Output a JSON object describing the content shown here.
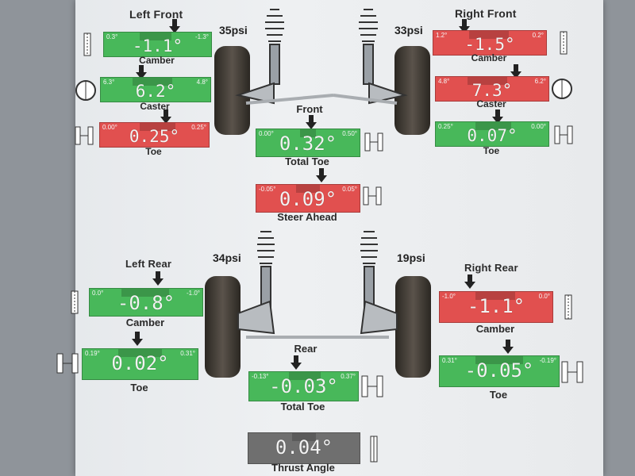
{
  "colors": {
    "in_spec": "#48b85a",
    "out_of_spec": "#e1504f",
    "neutral": "#6f6f6f"
  },
  "front": {
    "left_heading": "Left Front",
    "right_heading": "Right Front",
    "left_psi": "35psi",
    "right_psi": "33psi",
    "section_label": "Front",
    "left_camber": {
      "min": "0.3°",
      "max": "-1.3°",
      "value": "-1.1°",
      "label": "Camber",
      "status": "in"
    },
    "left_caster": {
      "min": "6.3°",
      "max": "4.8°",
      "value": "6.2°",
      "label": "Caster",
      "status": "in"
    },
    "left_toe": {
      "min": "0.00°",
      "max": "0.25°",
      "value": "0.25°",
      "label": "Toe",
      "status": "out"
    },
    "right_camber": {
      "min": "1.2°",
      "max": "0.2°",
      "value": "-1.5°",
      "label": "Camber",
      "status": "out"
    },
    "right_caster": {
      "min": "4.8°",
      "max": "6.2°",
      "value": "7.3°",
      "label": "Caster",
      "status": "out"
    },
    "right_toe": {
      "min": "0.25°",
      "max": "0.00°",
      "value": "0.07°",
      "label": "Toe",
      "status": "in"
    },
    "total_toe": {
      "min": "0.00°",
      "max": "0.50°",
      "value": "0.32°",
      "label": "Total Toe",
      "status": "in"
    },
    "steer_ahead": {
      "min": "-0.05°",
      "max": "0.05°",
      "value": "0.09°",
      "label": "Steer Ahead",
      "status": "out"
    }
  },
  "rear": {
    "left_heading": "Left Rear",
    "right_heading": "Right Rear",
    "left_psi": "34psi",
    "right_psi": "19psi",
    "section_label": "Rear",
    "left_camber": {
      "min": "0.0°",
      "max": "-1.0°",
      "value": "-0.8°",
      "label": "Camber",
      "status": "in"
    },
    "left_toe": {
      "min": "0.19°",
      "max": "0.31°",
      "value": "0.02°",
      "label": "Toe",
      "status": "in"
    },
    "right_camber": {
      "min": "-1.0°",
      "max": "0.0°",
      "value": "-1.1°",
      "label": "Camber",
      "status": "out"
    },
    "right_toe": {
      "min": "0.31°",
      "max": "-0.19°",
      "value": "-0.05°",
      "label": "Toe",
      "status": "in"
    },
    "total_toe": {
      "min": "-0.13°",
      "max": "0.37°",
      "value": "-0.03°",
      "label": "Total Toe",
      "status": "in"
    },
    "thrust_angle": {
      "value": "0.04°",
      "label": "Thrust Angle",
      "status": "neutral"
    }
  },
  "icons": {
    "camber": "camber-icon",
    "caster": "caster-icon",
    "toe": "toe-icon",
    "car": "car-icon",
    "arrow": "down-arrow-icon",
    "strut": "strut-icon",
    "tire": "tire-icon"
  }
}
